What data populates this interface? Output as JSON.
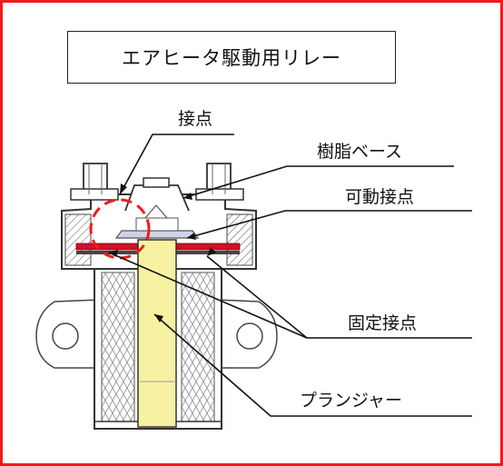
{
  "title": "エアヒータ駆動用リレー",
  "labels": {
    "contact": "接点",
    "resin_base": "樹脂ベース",
    "movable_contact": "可動接点",
    "fixed_contact": "固定接点",
    "plunger": "プランジャー"
  },
  "colors": {
    "frame": "#ee1c1c",
    "contact_plate": "#d0102a",
    "plunger": "#f6f2a2",
    "highlight_circle": "#ee1c1c"
  }
}
